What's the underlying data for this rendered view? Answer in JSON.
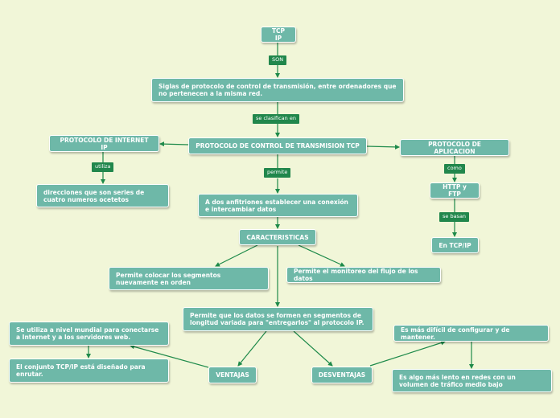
{
  "nodes": {
    "tcp_ip": "TCP IP",
    "siglas": "Siglas de protocolo de control de transmisión, entre ordenadores que no pertenecen a la misma red.",
    "protocolo_internet": "PROTOCOLO DE INTERNET IP",
    "protocolo_control": "PROTOCOLO DE CONTROL DE TRANSMISION   TCP",
    "protocolo_aplicacion": "PROTOCOLO DE APLICACION",
    "direcciones": "direcciones que son series de cuatro numeros ocetetos",
    "anfitriones": "A dos anfitriones establecer una conexión e intercambiar datos",
    "http_ftp": "HTTP y FTP",
    "en_tcp_ip": "En TCP/IP",
    "caracteristicas": "CARACTERISTICAS",
    "colocar_segmentos": "Permite colocar los segmentos nuevamente en orden",
    "monitoreo": "Permite el monitoreo del flujo de los datos",
    "segmentos_longitud": "Permite que los datos se formen en segmentos de longitud variada para \"entregarlos\" al protocolo IP.",
    "nivel_mundial": "Se utiliza a nivel mundial para conectarse a Internet y a los servidores web.",
    "conjunto": "El conjunto TCP/IP está diseñado para enrutar.",
    "ventajas": "VENTAJAS",
    "desventajas": "DESVENTAJAS",
    "dificil": "Es más difícil de configurar y de mantener.",
    "lento": "Es algo más lento en redes con un volumen de tráfico medio bajo"
  },
  "labels": {
    "son": "SON",
    "se_clasifican": "se clasifican en",
    "utiliza": "utiliza",
    "permite": "permite",
    "como": "como",
    "se_basan": "se basan"
  },
  "colors": {
    "background": "#f1f6d8",
    "node": "#6eb8a8",
    "label": "#21874c",
    "connector": "#1e8a4a"
  }
}
